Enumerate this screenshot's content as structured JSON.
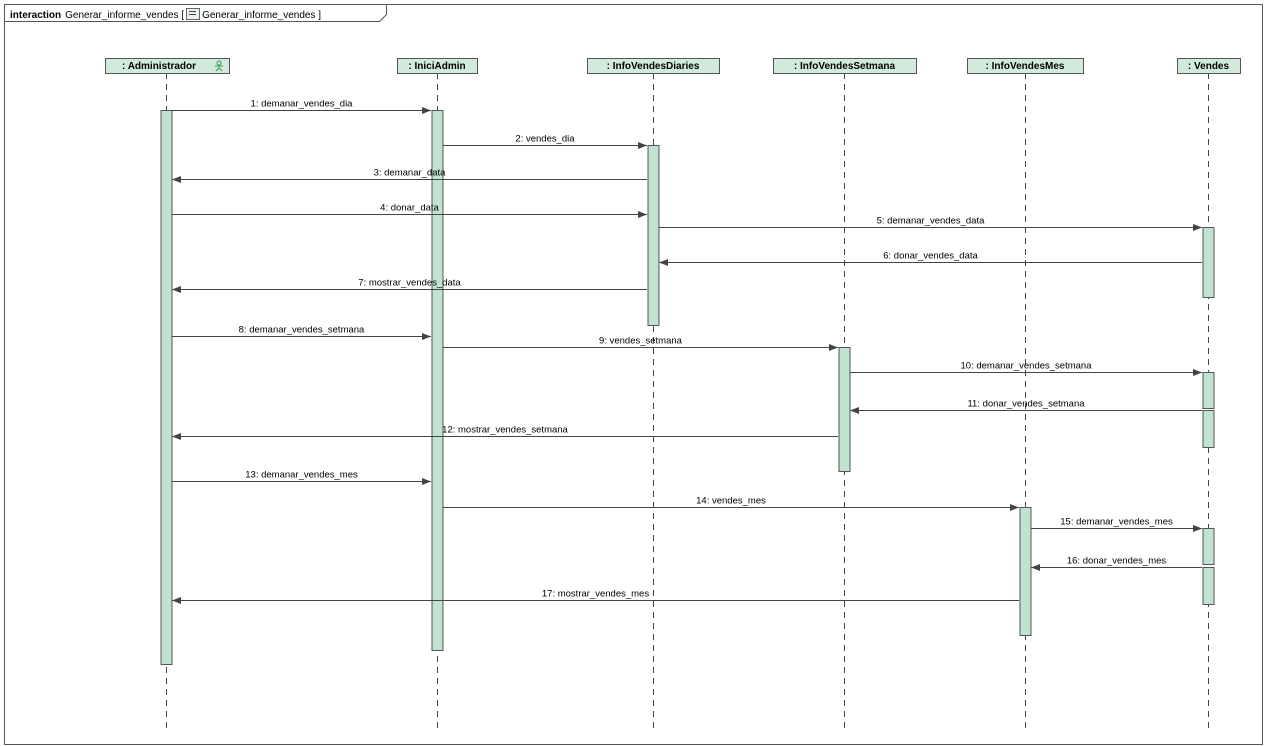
{
  "frame": {
    "keyword": "interaction",
    "name_prefix": "Generar_informe_vendes [",
    "diagram_name": "Generar_informe_vendes ]",
    "icon": "sequence-diagram-icon"
  },
  "colors": {
    "lifeline_header_fill": "#d2eadb",
    "activation_fill": "#bfe3d0",
    "border": "#555555",
    "line": "#333333",
    "actor_icon": "#3a9a4a"
  },
  "lifelines": [
    {
      "id": "administrador",
      "label": ": Administrador",
      "actor": true
    },
    {
      "id": "iniciadmin",
      "label": ": IniciAdmin"
    },
    {
      "id": "infovendesdiaries",
      "label": ": InfoVendesDiaries"
    },
    {
      "id": "infovendessetmana",
      "label": ": InfoVendesSetmana"
    },
    {
      "id": "infovendesmes",
      "label": ": InfoVendesMes"
    },
    {
      "id": "vendes",
      "label": ": Vendes"
    }
  ],
  "messages": [
    {
      "label": "1: demanar_vendes_dia",
      "from": "administrador",
      "to": "iniciadmin"
    },
    {
      "label": "2: vendes_dia",
      "from": "iniciadmin",
      "to": "infovendesdiaries"
    },
    {
      "label": "3: demanar_data",
      "from": "infovendesdiaries",
      "to": "administrador"
    },
    {
      "label": "4: donar_data",
      "from": "administrador",
      "to": "infovendesdiaries"
    },
    {
      "label": "5: demanar_vendes_data",
      "from": "infovendesdiaries",
      "to": "vendes"
    },
    {
      "label": "6: donar_vendes_data",
      "from": "vendes",
      "to": "infovendesdiaries"
    },
    {
      "label": "7: mostrar_vendes_data",
      "from": "infovendesdiaries",
      "to": "administrador"
    },
    {
      "label": "8: demanar_vendes_setmana",
      "from": "administrador",
      "to": "iniciadmin"
    },
    {
      "label": "9: vendes_setmana",
      "from": "iniciadmin",
      "to": "infovendessetmana"
    },
    {
      "label": "10: demanar_vendes_setmana",
      "from": "infovendessetmana",
      "to": "vendes"
    },
    {
      "label": "11: donar_vendes_setmana",
      "from": "vendes",
      "to": "infovendessetmana"
    },
    {
      "label": "12: mostrar_vendes_setmana",
      "from": "infovendessetmana",
      "to": "administrador"
    },
    {
      "label": "13: demanar_vendes_mes",
      "from": "administrador",
      "to": "iniciadmin"
    },
    {
      "label": "14: vendes_mes",
      "from": "iniciadmin",
      "to": "infovendesmes"
    },
    {
      "label": "15: demanar_vendes_mes",
      "from": "infovendesmes",
      "to": "vendes"
    },
    {
      "label": "16: donar_vendes_mes",
      "from": "vendes",
      "to": "infovendesmes"
    },
    {
      "label": "17: mostrar_vendes_mes",
      "from": "infovendesmes",
      "to": "administrador"
    }
  ]
}
